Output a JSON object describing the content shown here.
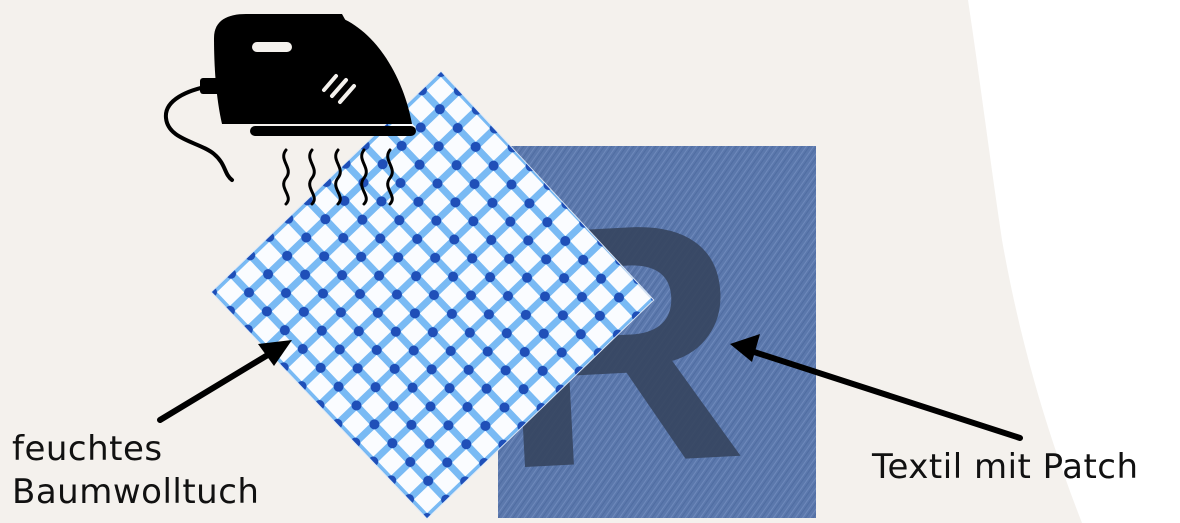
{
  "labels": {
    "cloth_line1": "feuchtes",
    "cloth_line2": "Baumwolltuch",
    "textile": "Textil mit Patch"
  },
  "patch": {
    "letter": "R"
  },
  "icons": {
    "iron": "iron-icon",
    "steam": "steam-icon",
    "arrow_cloth": "arrow-icon",
    "arrow_textile": "arrow-icon"
  },
  "colors": {
    "background": "#f4f1ed",
    "white_area": "#ffffff",
    "denim": "#5b78ad",
    "patch_letter": "#36455f",
    "check_light": "#4ea4f0",
    "check_dark": "#1f4fb8",
    "ink": "#111111"
  }
}
